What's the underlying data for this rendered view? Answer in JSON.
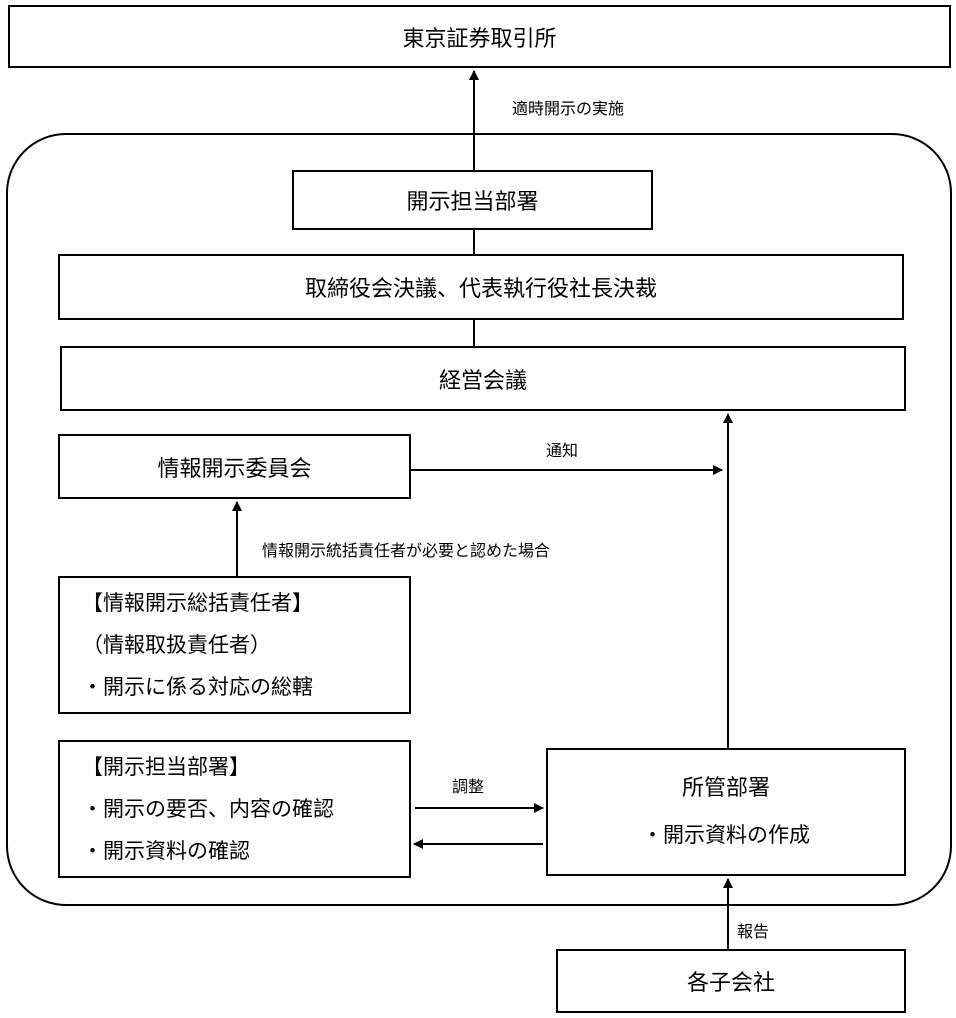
{
  "boxes": {
    "tse": "東京証券取引所",
    "disclosure_dept": "開示担当部署",
    "board": "取締役会決議、代表執行役社長決裁",
    "management_meeting": "経営会議",
    "disclosure_committee": "情報開示委員会",
    "responsible_officer": {
      "line1": "【情報開示総括責任者】",
      "line2": "（情報取扱責任者）",
      "line3": "・開示に係る対応の総轄"
    },
    "disclosure_dept_detail": {
      "line1": "【開示担当部署】",
      "line2": "・開示の要否、内容の確認",
      "line3": "・開示資料の確認"
    },
    "competent_dept": {
      "line1": "所管部署",
      "line2": "・開示資料の作成"
    },
    "subsidiaries": "各子会社"
  },
  "labels": {
    "timely_disclosure": "適時開示の実施",
    "notification": "通知",
    "when_deemed_necessary": "情報開示統括責任者が必要と認めた場合",
    "coordination": "調整",
    "report": "報告"
  }
}
